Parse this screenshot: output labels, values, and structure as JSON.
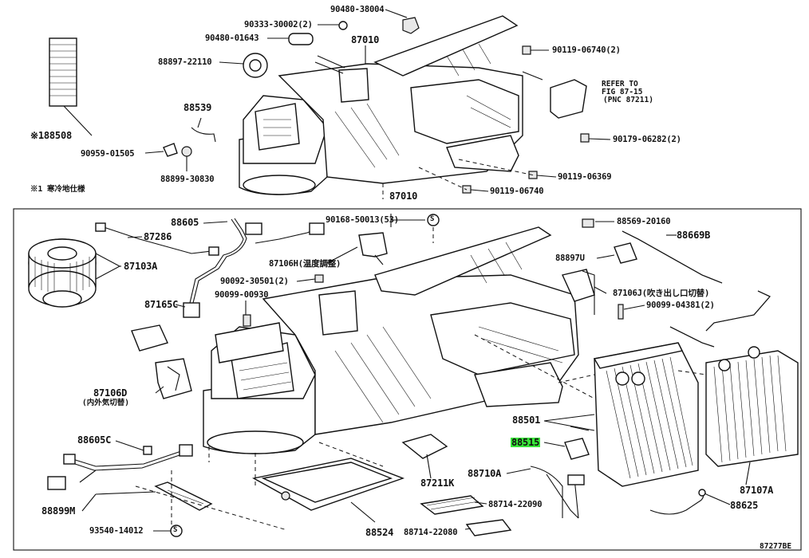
{
  "diagram": {
    "ref_code": "87277BE",
    "labels": {
      "p90480_38004": "90480-38004",
      "p90333_30002": "90333-30002(2)",
      "p90480_01643": "90480-01643",
      "p87010_top": "87010",
      "p88897_22110": "88897-22110",
      "p90119_06740_2": "90119-06740(2)",
      "refer": "REFER TO",
      "fig": "FIG 87-15",
      "pnc": "(PNC 87211)",
      "p88539": "88539",
      "p188508": "※188508",
      "p90959_01505": "90959-01505",
      "p88899_30830": "88899-30830",
      "p90179_06282": "90179-06282(2)",
      "p90119_06369": "90119-06369",
      "p90119_06740": "90119-06740",
      "footnote": "※1  寒冷地仕様",
      "p87010_main": "87010",
      "p88605": "88605",
      "p90168_50013": "90168-50013(53)",
      "p88569_20160": "88569-20160",
      "p87286": "87286",
      "p88669b": "88669B",
      "p87103a": "87103A",
      "p87106h": "87106H(温度調整)",
      "p88897u": "88897U",
      "p90092_30501": "90092-30501(2)",
      "p87106j": "87106J(吹き出し口切替)",
      "p87165c": "87165C",
      "p90099_00930": "90099-00930",
      "p90099_04381": "90099-04381(2)",
      "p87106d": "87106D",
      "p87106d_note": "(内外気切替)",
      "p88501": "88501",
      "p88515": "88515",
      "p88605c": "88605C",
      "p87211k": "87211K",
      "p88710a": "88710A",
      "p87107a": "87107A",
      "p88714_22090": "88714-22090",
      "p88625": "88625",
      "p88899m": "88899M",
      "p93540_14012": "93540-14012",
      "p88524": "88524",
      "p88714_22080": "88714-22080",
      "s_mark_1": "S",
      "s_mark_2": "S"
    },
    "highlight_color": "#39e639",
    "highlighted_part": "88515"
  }
}
